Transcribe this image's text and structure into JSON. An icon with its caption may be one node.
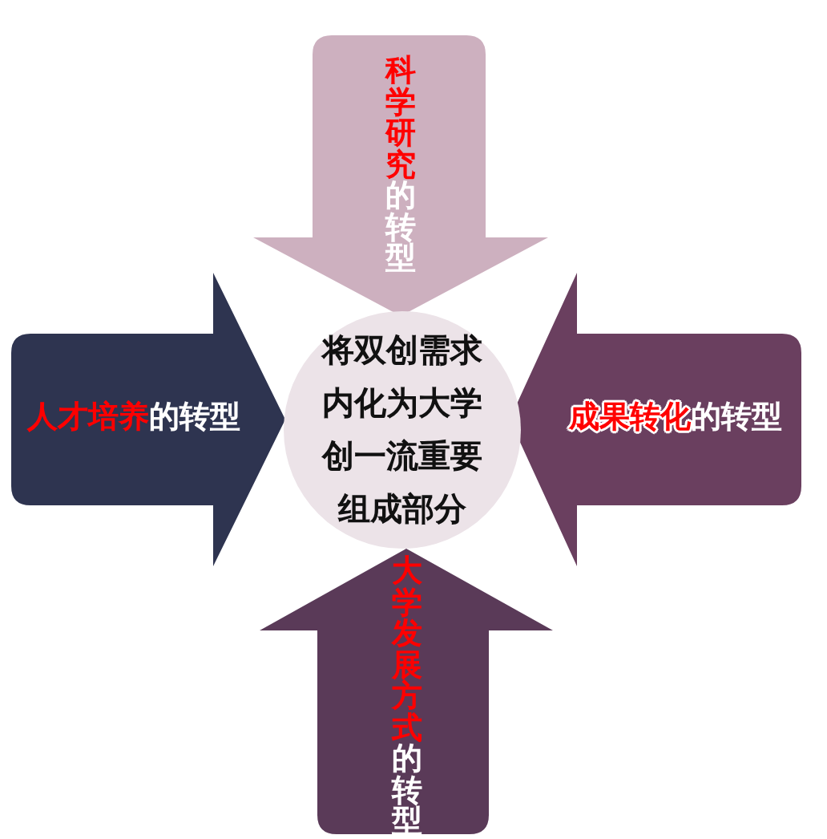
{
  "diagram": {
    "nodes": [
      {
        "text": [
          "科学研究",
          "的转型"
        ]
      },
      {
        "text": [
          "人才培养",
          "的转型"
        ]
      },
      {
        "text": [
          "将双创需求内化为大学创一流重要组成部分"
        ]
      },
      {
        "text": [
          "成果转化",
          "的转型"
        ]
      },
      {
        "text": [
          "大学发展方式",
          "的转型"
        ]
      }
    ]
  }
}
